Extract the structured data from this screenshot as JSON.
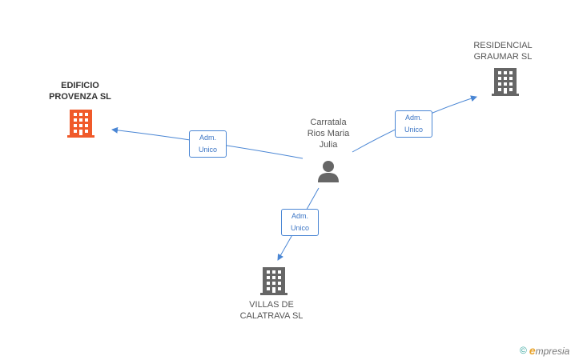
{
  "nodes": {
    "edificio": {
      "label": "EDIFICIO\nPROVENZA SL",
      "color": "#f05a2a"
    },
    "residencial": {
      "label": "RESIDENCIAL\nGRAUMAR SL",
      "color": "#666666"
    },
    "villas": {
      "label": "VILLAS DE\nCALATRAVA SL",
      "color": "#666666"
    },
    "person": {
      "label": "Carratala\nRios Maria\nJulia",
      "color": "#666666"
    }
  },
  "edges": [
    {
      "line1": "Adm.",
      "line2": "Unico"
    },
    {
      "line1": "Adm.",
      "line2": "Unico"
    },
    {
      "line1": "Adm.",
      "line2": "Unico"
    }
  ],
  "colors": {
    "edge": "#4a86d4"
  },
  "footer": {
    "copyright": "©",
    "brand_first": "e",
    "brand_rest": "mpresia"
  }
}
